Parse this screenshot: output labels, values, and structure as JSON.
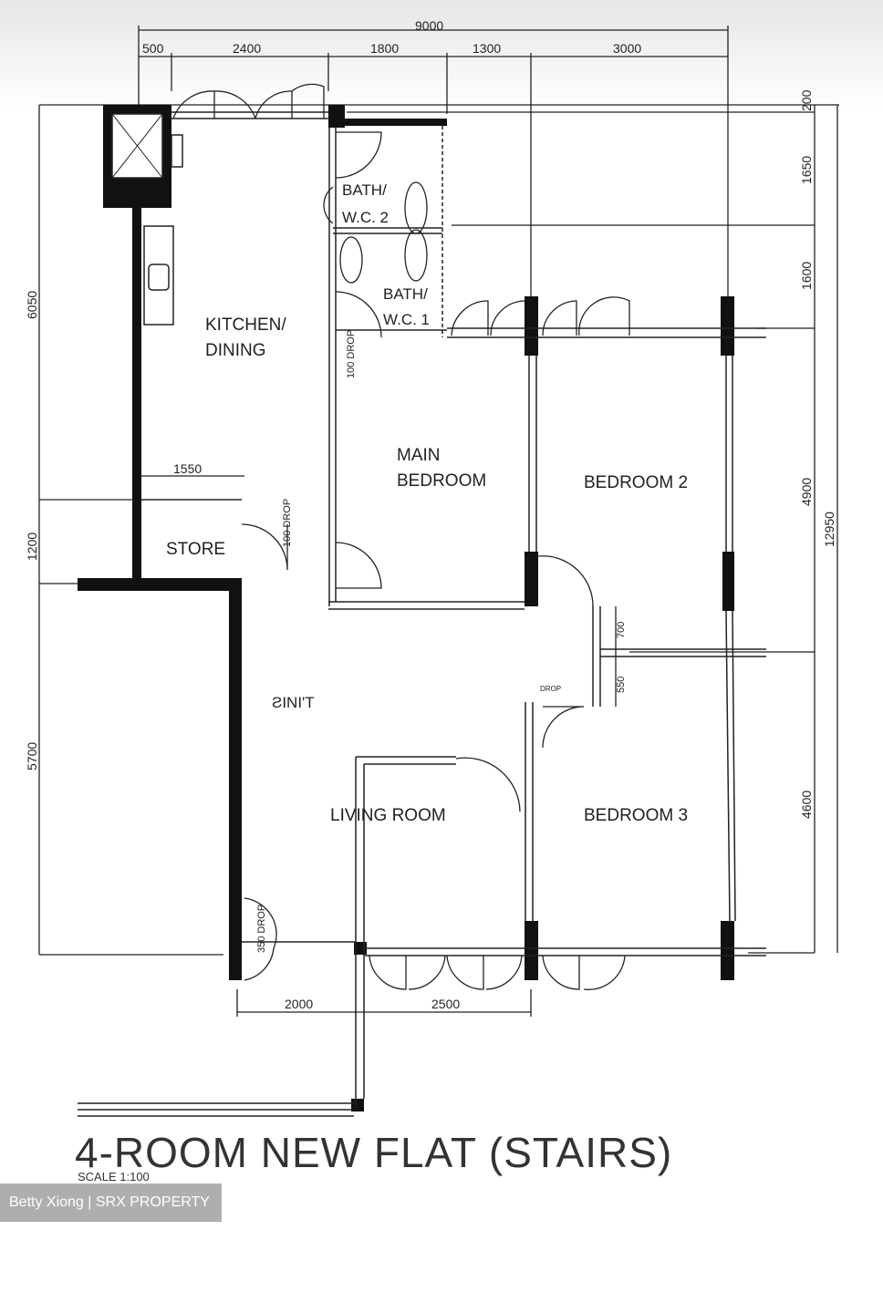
{
  "plan": {
    "title": "4-ROOM NEW FLAT (STAIRS)",
    "scale": "SCALE  1:100",
    "rooms": {
      "kitchen_1": "KITCHEN/",
      "kitchen_2": "DINING",
      "bath2_1": "BATH/",
      "bath2_2": "W.C. 2",
      "bath1_1": "BATH/",
      "bath1_2": "W.C. 1",
      "main_bed_1": "MAIN",
      "main_bed_2": "BEDROOM",
      "bedroom2": "BEDROOM 2",
      "bedroom3": "BEDROOM 3",
      "store": "STORE",
      "living": "LIVING ROOM",
      "mirrored": "ƧINI'T"
    },
    "dimensions": {
      "top_total": "9000",
      "top": [
        "500",
        "2400",
        "1800",
        "1300",
        "3000"
      ],
      "left": [
        "6050",
        "1200",
        "5700"
      ],
      "right": [
        "200",
        "1650",
        "1600",
        "4900",
        "4600"
      ],
      "right_total": "12950",
      "bottom": [
        "2000",
        "2500"
      ],
      "store_width": "1550",
      "drop1": "100 DROP",
      "drop2": "100 DROP",
      "drop3": "350 DROP",
      "corridor1": "700",
      "corridor2": "550",
      "small": "DROP"
    }
  },
  "watermark": "Betty Xiong | SRX PROPERTY"
}
